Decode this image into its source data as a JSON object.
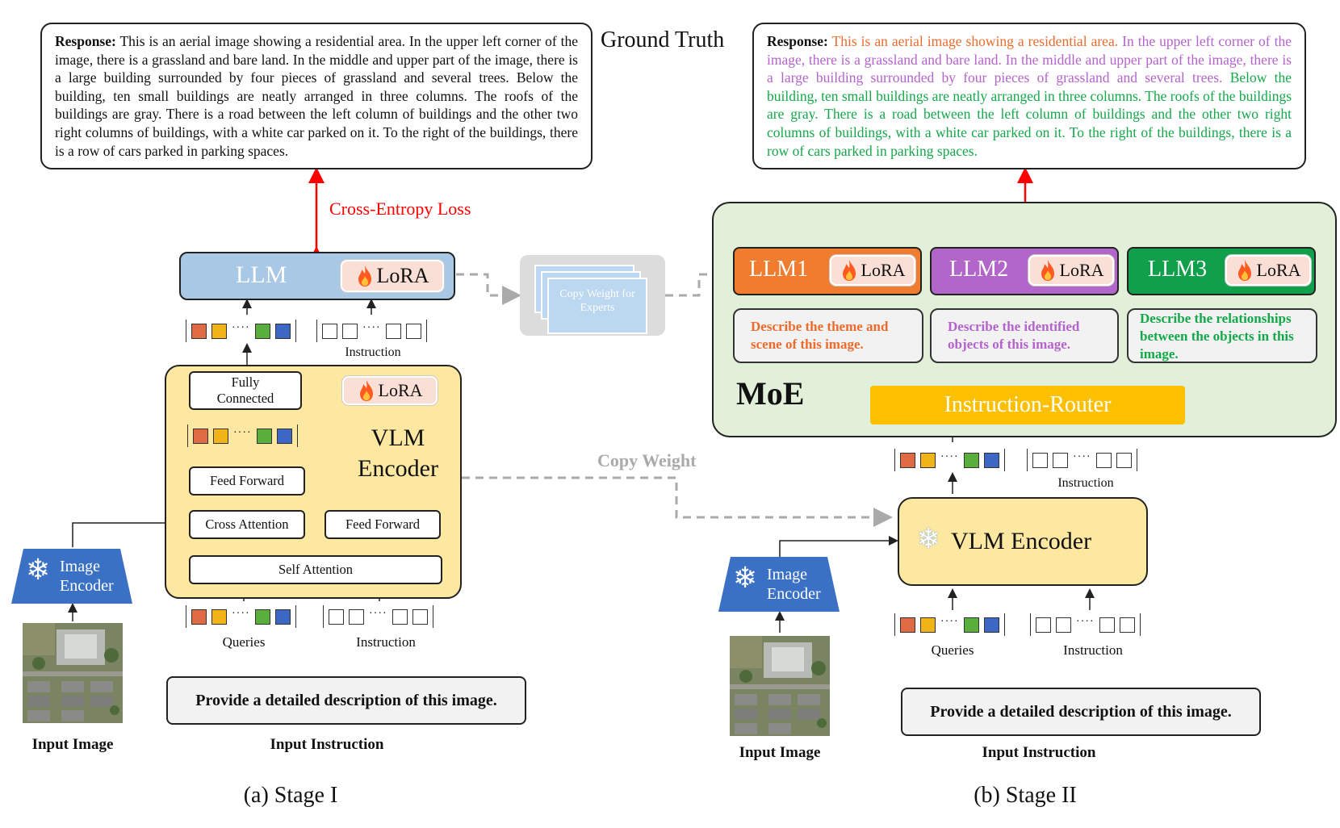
{
  "stage1": {
    "response_label": "Response:",
    "response_text": "This is an aerial image showing a residential area. In the upper left corner of the image, there is a grassland and bare land. In the middle and upper part of the image, there is a large building surrounded by four pieces of grassland and several trees. Below the building, ten small buildings are neatly arranged in three columns. The roofs of the buildings are gray. There is a road between the left column of buildings and the other two right columns of buildings, with a white car parked on it. To the right of the buildings, there is a row of cars parked in parking spaces.",
    "loss_label": "Cross-Entropy Loss",
    "llm_label": "LLM",
    "lora_label": "LoRA",
    "instruction_label": "Instruction",
    "fully_connected": "Fully Connected",
    "feed_forward": "Feed Forward",
    "cross_attention": "Cross Attention",
    "self_attention": "Self Attention",
    "vlm_encoder": "VLM Encoder",
    "image_encoder": "Image Encoder",
    "queries_label": "Queries",
    "input_image": "Input Image",
    "input_instruction": "Input Instruction",
    "prompt": "Provide a detailed description of this image.",
    "caption": "(a) Stage I"
  },
  "center": {
    "ground_truth": "Ground Truth",
    "copy_weight_experts": "Copy Weight for Experts",
    "copy_weight": "Copy Weight"
  },
  "stage2": {
    "response_label": "Response:",
    "response_part1": "This is an aerial image showing a residential area.",
    "response_part2": "In the upper left corner of the image, there is a grassland and bare land. In the middle and upper part of the image, there is a large building surrounded by four pieces of grassland and several trees.",
    "response_part3": "Below the building, ten small buildings are neatly arranged in three columns. The roofs of the buildings are gray. There is a road between the left column of buildings and the other two right columns of buildings, with a white car parked on it. To the right of the buildings, there is a row of cars parked in parking spaces.",
    "moe_label": "MoE",
    "router_label": "Instruction-Router",
    "experts": [
      {
        "name": "LLM1",
        "lora": "LoRA",
        "color": "#f07c2f",
        "task": "Describe the theme and scene of this image.",
        "task_color": "#ec6b2c"
      },
      {
        "name": "LLM2",
        "lora": "LoRA",
        "color": "#b266c9",
        "task": "Describe the identified objects of this image.",
        "task_color": "#b463cc"
      },
      {
        "name": "LLM3",
        "lora": "LoRA",
        "color": "#109f4b",
        "task": "Describe the relationships between the objects in this image.",
        "task_color": "#14a84a"
      }
    ],
    "instruction_label": "Instruction",
    "vlm_encoder": "VLM Encoder",
    "image_encoder": "Image Encoder",
    "queries_label": "Queries",
    "input_image": "Input Image",
    "input_instruction": "Input Instruction",
    "prompt": "Provide a detailed description of this image.",
    "caption": "(b) Stage II"
  },
  "colors": {
    "llm_blue": "#a9c8e6",
    "vlm_yellow": "#fde8a2",
    "moe_green": "#e2f0d9",
    "router_yellow": "#fcc000",
    "image_encoder_blue": "#3b71c5",
    "loss_red": "#ff0000",
    "token_colors": [
      "#e06a44",
      "#f0b318",
      "#5aaf3c",
      "#3c67c4"
    ]
  }
}
